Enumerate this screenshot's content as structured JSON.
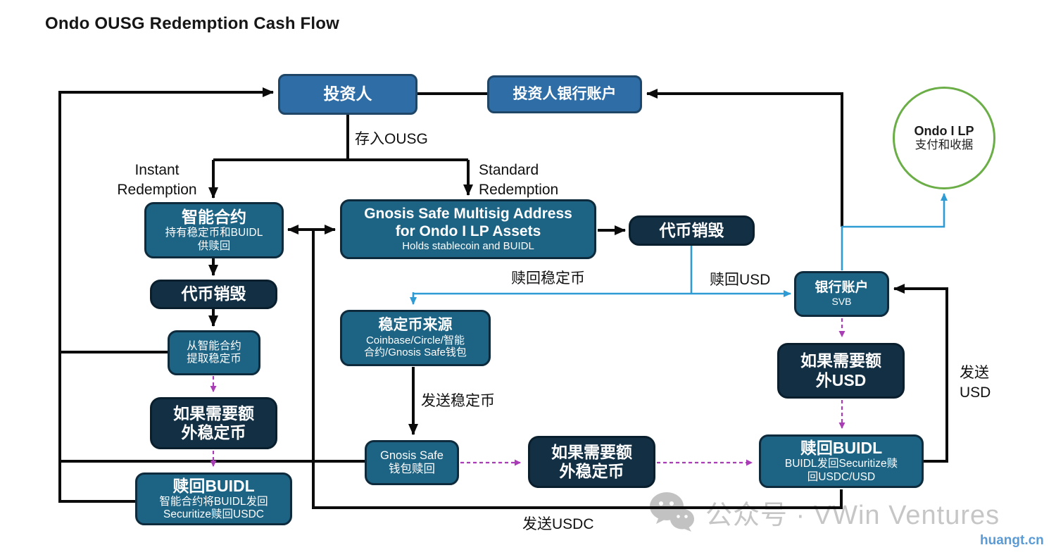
{
  "title": "Ondo OUSG Redemption Cash Flow",
  "nodes": {
    "investor": {
      "label": "投资人"
    },
    "investor_bank": {
      "label": "投资人银行账户"
    },
    "ondo_lp": {
      "title": "Ondo I LP",
      "subtitle": "支付和收据"
    },
    "smart_contract": {
      "title": "智能合约",
      "line1": "持有稳定币和BUIDL",
      "line2": "供赎回"
    },
    "gnosis_multisig": {
      "title1": "Gnosis Safe Multisig Address",
      "title2": "for Ondo I LP Assets",
      "subtitle": "Holds stablecoin and BUIDL"
    },
    "token_burn_right": {
      "label": "代币销毁"
    },
    "token_burn_left": {
      "label": "代币销毁"
    },
    "bank_account": {
      "title": "银行账户",
      "subtitle": "SVB"
    },
    "withdraw_stablecoin": {
      "line1": "从智能合约",
      "line2": "提取稳定币"
    },
    "stablecoin_source": {
      "title": "稳定币来源",
      "line1": "Coinbase/Circle/智能",
      "line2": "合约/Gnosis Safe钱包"
    },
    "need_stablecoin_left": {
      "line1": "如果需要额",
      "line2": "外稳定币"
    },
    "need_usd": {
      "line1": "如果需要额",
      "line2": "外USD"
    },
    "redeem_buidl_left": {
      "title": "赎回BUIDL",
      "line1": "智能合约将BUIDL发回",
      "line2": "Securitize赎回USDC"
    },
    "gnosis_wallet_redeem": {
      "line1": "Gnosis Safe",
      "line2": "钱包赎回"
    },
    "need_stablecoin_mid": {
      "line1": "如果需要额",
      "line2": "外稳定币"
    },
    "redeem_buidl_right": {
      "title": "赎回BUIDL",
      "line1": "BUIDL发回Securitize赎",
      "line2": "回USDC/USD"
    }
  },
  "labels": {
    "deposit_ousg": "存入OUSG",
    "instant_line1": "Instant",
    "instant_line2": "Redemption",
    "standard_line1": "Standard",
    "standard_line2": "Redemption",
    "redeem_stablecoin": "赎回稳定币",
    "redeem_usd": "赎回USD",
    "send_stablecoin": "发送稳定币",
    "send_usd_line1": "发送",
    "send_usd_line2": "USD",
    "send_usdc": "发送USDC"
  },
  "watermark": {
    "text": "公众号 · VWin Ventures",
    "site": "huangt.cn",
    "icon": "wechat-icon"
  },
  "colors": {
    "node_blue": "#2E6DA6",
    "node_teal": "#1C6384",
    "node_dark": "#132F44",
    "circle_green": "#6BAE47",
    "arrow_black": "#0b0b0b",
    "arrow_blue": "#2E9BD5",
    "arrow_purple": "#A83DB5",
    "watermark_gray": "#c6c6c6",
    "site_blue": "#5B9BD5"
  }
}
